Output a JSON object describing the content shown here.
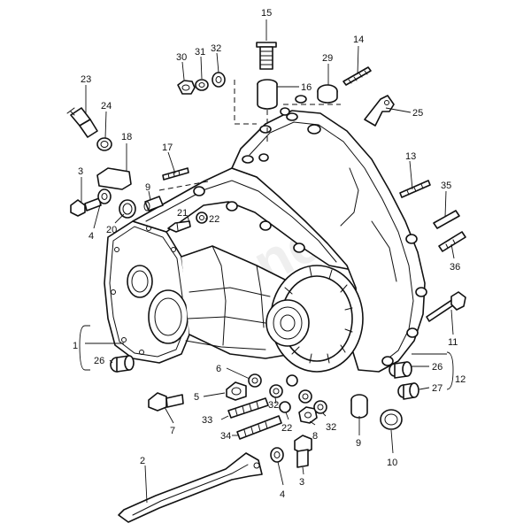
{
  "callouts": [
    {
      "id": "c15",
      "text": "15"
    },
    {
      "id": "c30",
      "text": "30"
    },
    {
      "id": "c31",
      "text": "31"
    },
    {
      "id": "c32a",
      "text": "32"
    },
    {
      "id": "c16",
      "text": "16"
    },
    {
      "id": "c29",
      "text": "29"
    },
    {
      "id": "c14",
      "text": "14"
    },
    {
      "id": "c25",
      "text": "25"
    },
    {
      "id": "c23",
      "text": "23"
    },
    {
      "id": "c24",
      "text": "24"
    },
    {
      "id": "c18",
      "text": "18"
    },
    {
      "id": "c17",
      "text": "17"
    },
    {
      "id": "c13",
      "text": "13"
    },
    {
      "id": "c35",
      "text": "35"
    },
    {
      "id": "c3a",
      "text": "3"
    },
    {
      "id": "c9a",
      "text": "9"
    },
    {
      "id": "c21",
      "text": "21"
    },
    {
      "id": "c22a",
      "text": "22"
    },
    {
      "id": "c4a",
      "text": "4"
    },
    {
      "id": "c20",
      "text": "20"
    },
    {
      "id": "c36",
      "text": "36"
    },
    {
      "id": "c11",
      "text": "11"
    },
    {
      "id": "c1",
      "text": "1"
    },
    {
      "id": "c26a",
      "text": "26"
    },
    {
      "id": "c26b",
      "text": "26"
    },
    {
      "id": "c12",
      "text": "12"
    },
    {
      "id": "c27",
      "text": "27"
    },
    {
      "id": "c6",
      "text": "6"
    },
    {
      "id": "c5",
      "text": "5"
    },
    {
      "id": "c32b",
      "text": "32"
    },
    {
      "id": "c32c",
      "text": "32"
    },
    {
      "id": "c33",
      "text": "33"
    },
    {
      "id": "c22b",
      "text": "22"
    },
    {
      "id": "c8",
      "text": "8"
    },
    {
      "id": "c7",
      "text": "7"
    },
    {
      "id": "c34",
      "text": "34"
    },
    {
      "id": "c9b",
      "text": "9"
    },
    {
      "id": "c10",
      "text": "10"
    },
    {
      "id": "c2",
      "text": "2"
    },
    {
      "id": "c4b",
      "text": "4"
    },
    {
      "id": "c3b",
      "text": "3"
    }
  ]
}
